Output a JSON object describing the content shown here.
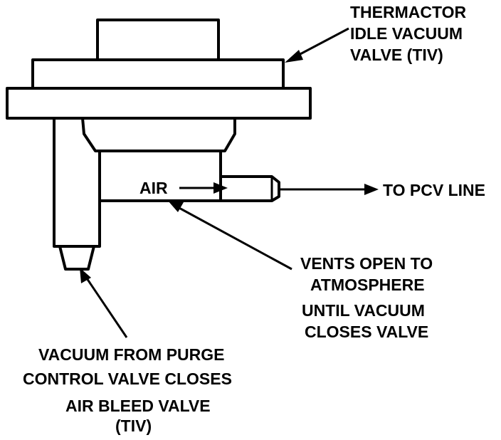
{
  "labels": {
    "tiv_line1": "THERMACTOR",
    "tiv_line2": "IDLE VACUUM",
    "tiv_line3": "VALVE (TIV)",
    "air": "AIR",
    "pcv": "TO PCV LINE",
    "vents_line1": "VENTS OPEN TO",
    "vents_line2": "ATMOSPHERE",
    "vents_line3": "UNTIL VACUUM",
    "vents_line4": "CLOSES VALVE",
    "vacuum_line1": "VACUUM FROM PURGE",
    "vacuum_line2": "CONTROL VALVE CLOSES",
    "vacuum_line3": "AIR BLEED VALVE",
    "vacuum_line4": "(TIV)"
  }
}
